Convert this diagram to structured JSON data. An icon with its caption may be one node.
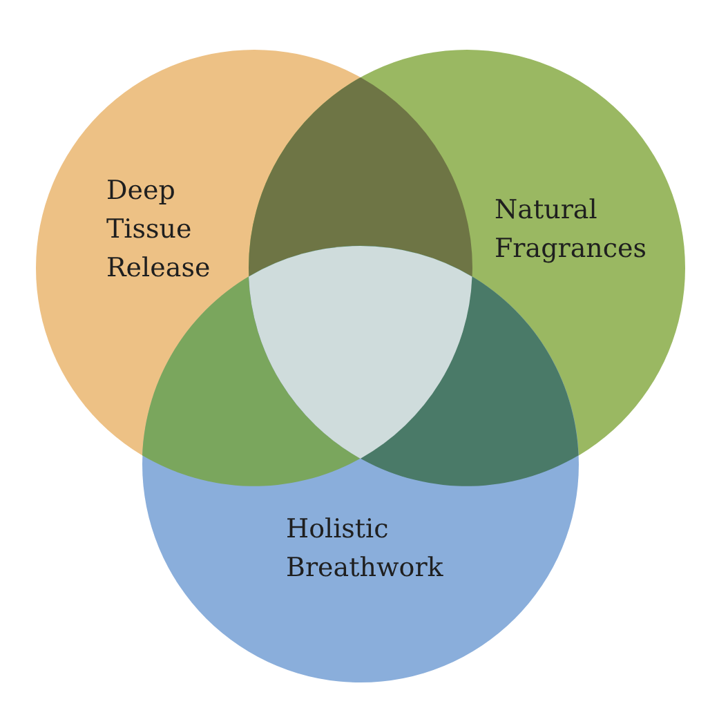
{
  "diagram": {
    "nodes": [
      {
        "text": [
          "Deep Tissue Release"
        ]
      },
      {
        "text": [
          "Natural Fragrances"
        ]
      },
      {
        "text": [
          "Holistic Breathwork"
        ]
      },
      {
        "text": [],
        "shape": "lens"
      },
      {
        "text": [],
        "shape": "lens"
      },
      {
        "text": [],
        "shape": "lens"
      },
      {
        "text": [],
        "shape": "triangle"
      }
    ]
  }
}
